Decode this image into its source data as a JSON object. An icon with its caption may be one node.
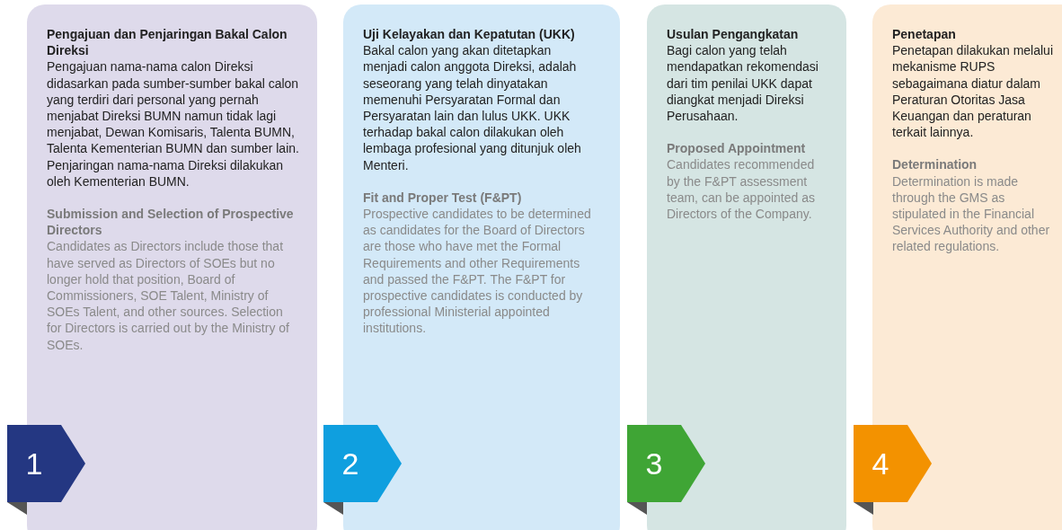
{
  "diagram": {
    "nodes": [
      {
        "text": [
          "Pengajuan dan Penjaringan Bakal Calon Direksi",
          "Pengajuan nama-nama calon Direksi didasarkan pada sumber-sumber bakal calon yang terdiri dari personal yang pernah menjabat Direksi BUMN namun tidak lagi menjabat, Dewan Komisaris, Talenta BUMN, Talenta Kementerian BUMN dan sumber lain. Penjaringan nama-nama Direksi dilakukan oleh Kementerian BUMN.",
          "Submission and Selection of Prospective Directors",
          "Candidates as Directors include those that have served as Directors of SOEs but no longer hold that position, Board of Commissioners, SOE Talent, Ministry of SOEs Talent, and other sources. Selection for Directors is carried out by the Ministry of SOEs."
        ]
      },
      {
        "text": [
          "1"
        ]
      },
      {
        "text": [
          "Uji Kelayakan dan Kepatutan (UKK)",
          "Bakal calon yang akan ditetapkan menjadi calon anggota Direksi, adalah seseorang yang telah dinyatakan memenuhi Persyaratan Formal dan Persyaratan lain dan lulus UKK. UKK terhadap bakal calon dilakukan oleh lembaga profesional yang ditunjuk oleh Menteri.",
          "Fit and Proper Test (F&PT)",
          "Prospective candidates to be determined as candidates for the Board of Directors are those who have met the Formal Requirements and other Requirements and passed the F&PT. The F&PT for prospective candidates is conducted by professional Ministerial appointed institutions."
        ]
      },
      {
        "text": [
          "2"
        ]
      },
      {
        "text": [
          "Usulan Pengangkatan",
          "Bagi calon yang telah mendapatkan rekomendasi dari tim penilai UKK dapat diangkat menjadi Direksi Perusahaan.",
          "Proposed Appointment",
          "Candidates recommended by the F&PT assessment team, can be appointed as Directors of the Company."
        ]
      },
      {
        "text": [
          "3"
        ]
      },
      {
        "text": [
          "Penetapan",
          "Penetapan dilakukan melalui mekanisme RUPS sebagaimana diatur dalam Peraturan Otoritas Jasa Keuangan dan peraturan terkait lainnya.",
          "Determination",
          "Determination is made through the GMS as stipulated in the Financial Services Authority and other related regulations."
        ]
      },
      {
        "text": [
          "4"
        ]
      }
    ]
  }
}
